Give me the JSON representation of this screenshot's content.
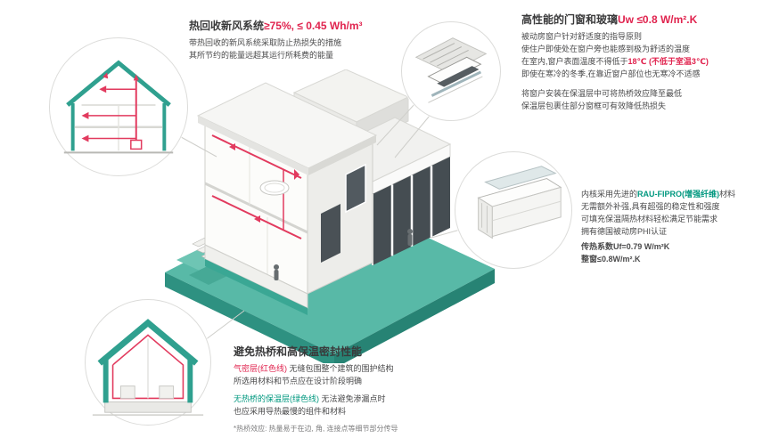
{
  "colors": {
    "accent_teal": "#00987f",
    "accent_red": "#e0234e",
    "platform_teal": "#58b9a7",
    "insulation_teal": "#2fa08f",
    "duct_red": "#e23a5e",
    "text_dark": "#3a3a3b"
  },
  "ventilation": {
    "title": "热回收新风系统",
    "title_value": "≥75%, ≤ 0.45 Wh/m³",
    "line1": "带热回收的新风系统采取防止热损失的措施",
    "line2": "其所节约的能量远超其运行所耗费的能量"
  },
  "windows": {
    "title": "高性能的门窗和玻璃",
    "title_value": "Uw ≤0.8 W/m².K",
    "l1": "被动房窗户针对舒适度的指导原则",
    "l2": "使住户即使处在窗户旁也能感到极为舒适的温度",
    "l3a": "在室内,窗户表面温度不得低于",
    "l3b": "18℃",
    "l3c": " (不低于室温3℃)",
    "l4": "即使在寒冷的冬季,在靠近窗户部位也无寒冷不适感",
    "l5": "将窗户安装在保温层中可将热桥效应降至最低",
    "l6": "保温层包裹住部分窗框可有效降低热损失"
  },
  "material": {
    "l1a": "内核采用先进的",
    "l1b": "RAU-FIPRO(增强纤维)",
    "l1c": "材料",
    "l2": "无需额外补强,具有超强的稳定性和强度",
    "l3": "可填充保温隔热材料轻松满足节能需求",
    "l4": "拥有德国被动房PHI认证",
    "l5": "传热系数Uf=0.79 W/m²K",
    "l6": "整窗≤0.8W/m².K"
  },
  "thermal": {
    "title": "避免热桥和高保温密封性能",
    "p1a": "气密层(红色线)",
    "p1b": " 无缝包围整个建筑的围护结构",
    "p1l2": "所选用材料和节点应在设计阶段明确",
    "p2a": "无热桥的保温层(绿色线)",
    "p2b": " 无法避免渗漏点时",
    "p2l2": "也应采用导热最慢的组件和材料",
    "note": "*热桥效应: 热量易于在边, 角, 连接点等细节部分传导"
  }
}
